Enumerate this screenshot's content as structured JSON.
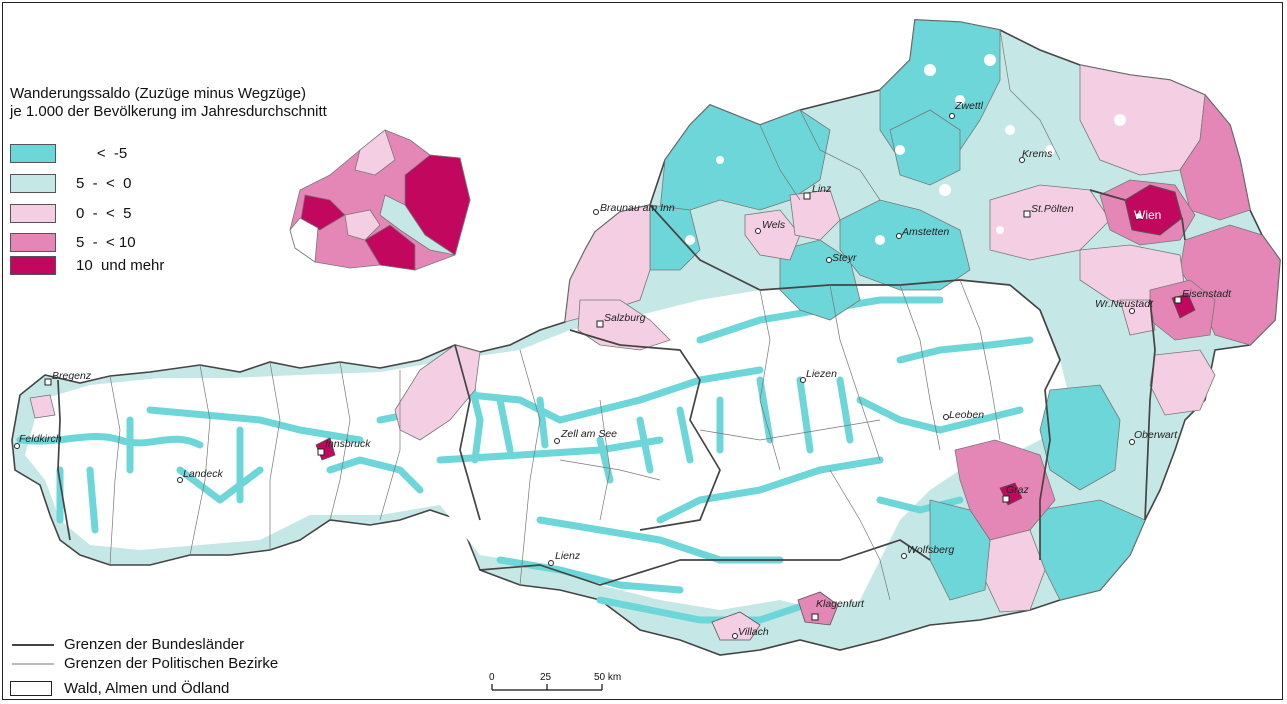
{
  "legend": {
    "title_line1": "Wanderungssaldo (Zuzüge minus Wegzüge)",
    "title_line2": "je 1.000 der Bevölkerung im Jahresdurchschnitt",
    "classes": [
      {
        "label": "     <  -5",
        "color": "#6dd6d8"
      },
      {
        "label": "5  -  <  0",
        "color": "#c5e8e6"
      },
      {
        "label": "0  -  <  5",
        "color": "#f4cfe3"
      },
      {
        "label": "5  -  < 10",
        "color": "#e487b6"
      },
      {
        "label": "10  und mehr",
        "color": "#c2085e"
      }
    ]
  },
  "bottom_legend": {
    "state_borders": "Grenzen der Bundesländer",
    "district_borders": "Grenzen der Politischen Bezirke",
    "forest": "Wald, Almen und Ödland"
  },
  "scale_bar": {
    "t0": "0",
    "t1": "25",
    "t2": "50 km"
  },
  "cities": {
    "zwettl": "Zwettl",
    "krems": "Krems",
    "linz": "Linz",
    "braunau": "Braunau am Inn",
    "wels": "Wels",
    "stpoelten": "St.Pölten",
    "wien": "Wien",
    "amstetten": "Amstetten",
    "steyr": "Steyr",
    "eisenstadt": "Eisenstadt",
    "wrneustadt": "Wr.Neustadt",
    "salzburg": "Salzburg",
    "bregenz": "Bregenz",
    "liezen": "Liezen",
    "leoben": "Leoben",
    "feldkirch": "Feldkirch",
    "innsbruck": "Innsbruck",
    "zellamsee": "Zell am See",
    "oberwart": "Oberwart",
    "landeck": "Landeck",
    "graz": "Graz",
    "wolfsberg": "Wolfsberg",
    "lienz": "Lienz",
    "villach": "Villach",
    "klagenfurt": "Klagenfurt"
  },
  "colors": {
    "lt_m5": "#6dd6d8",
    "m5_0": "#c5e8e6",
    "p0_5": "#f4cfe3",
    "p5_10": "#e487b6",
    "p10": "#c2085e",
    "forest": "#ffffff"
  }
}
